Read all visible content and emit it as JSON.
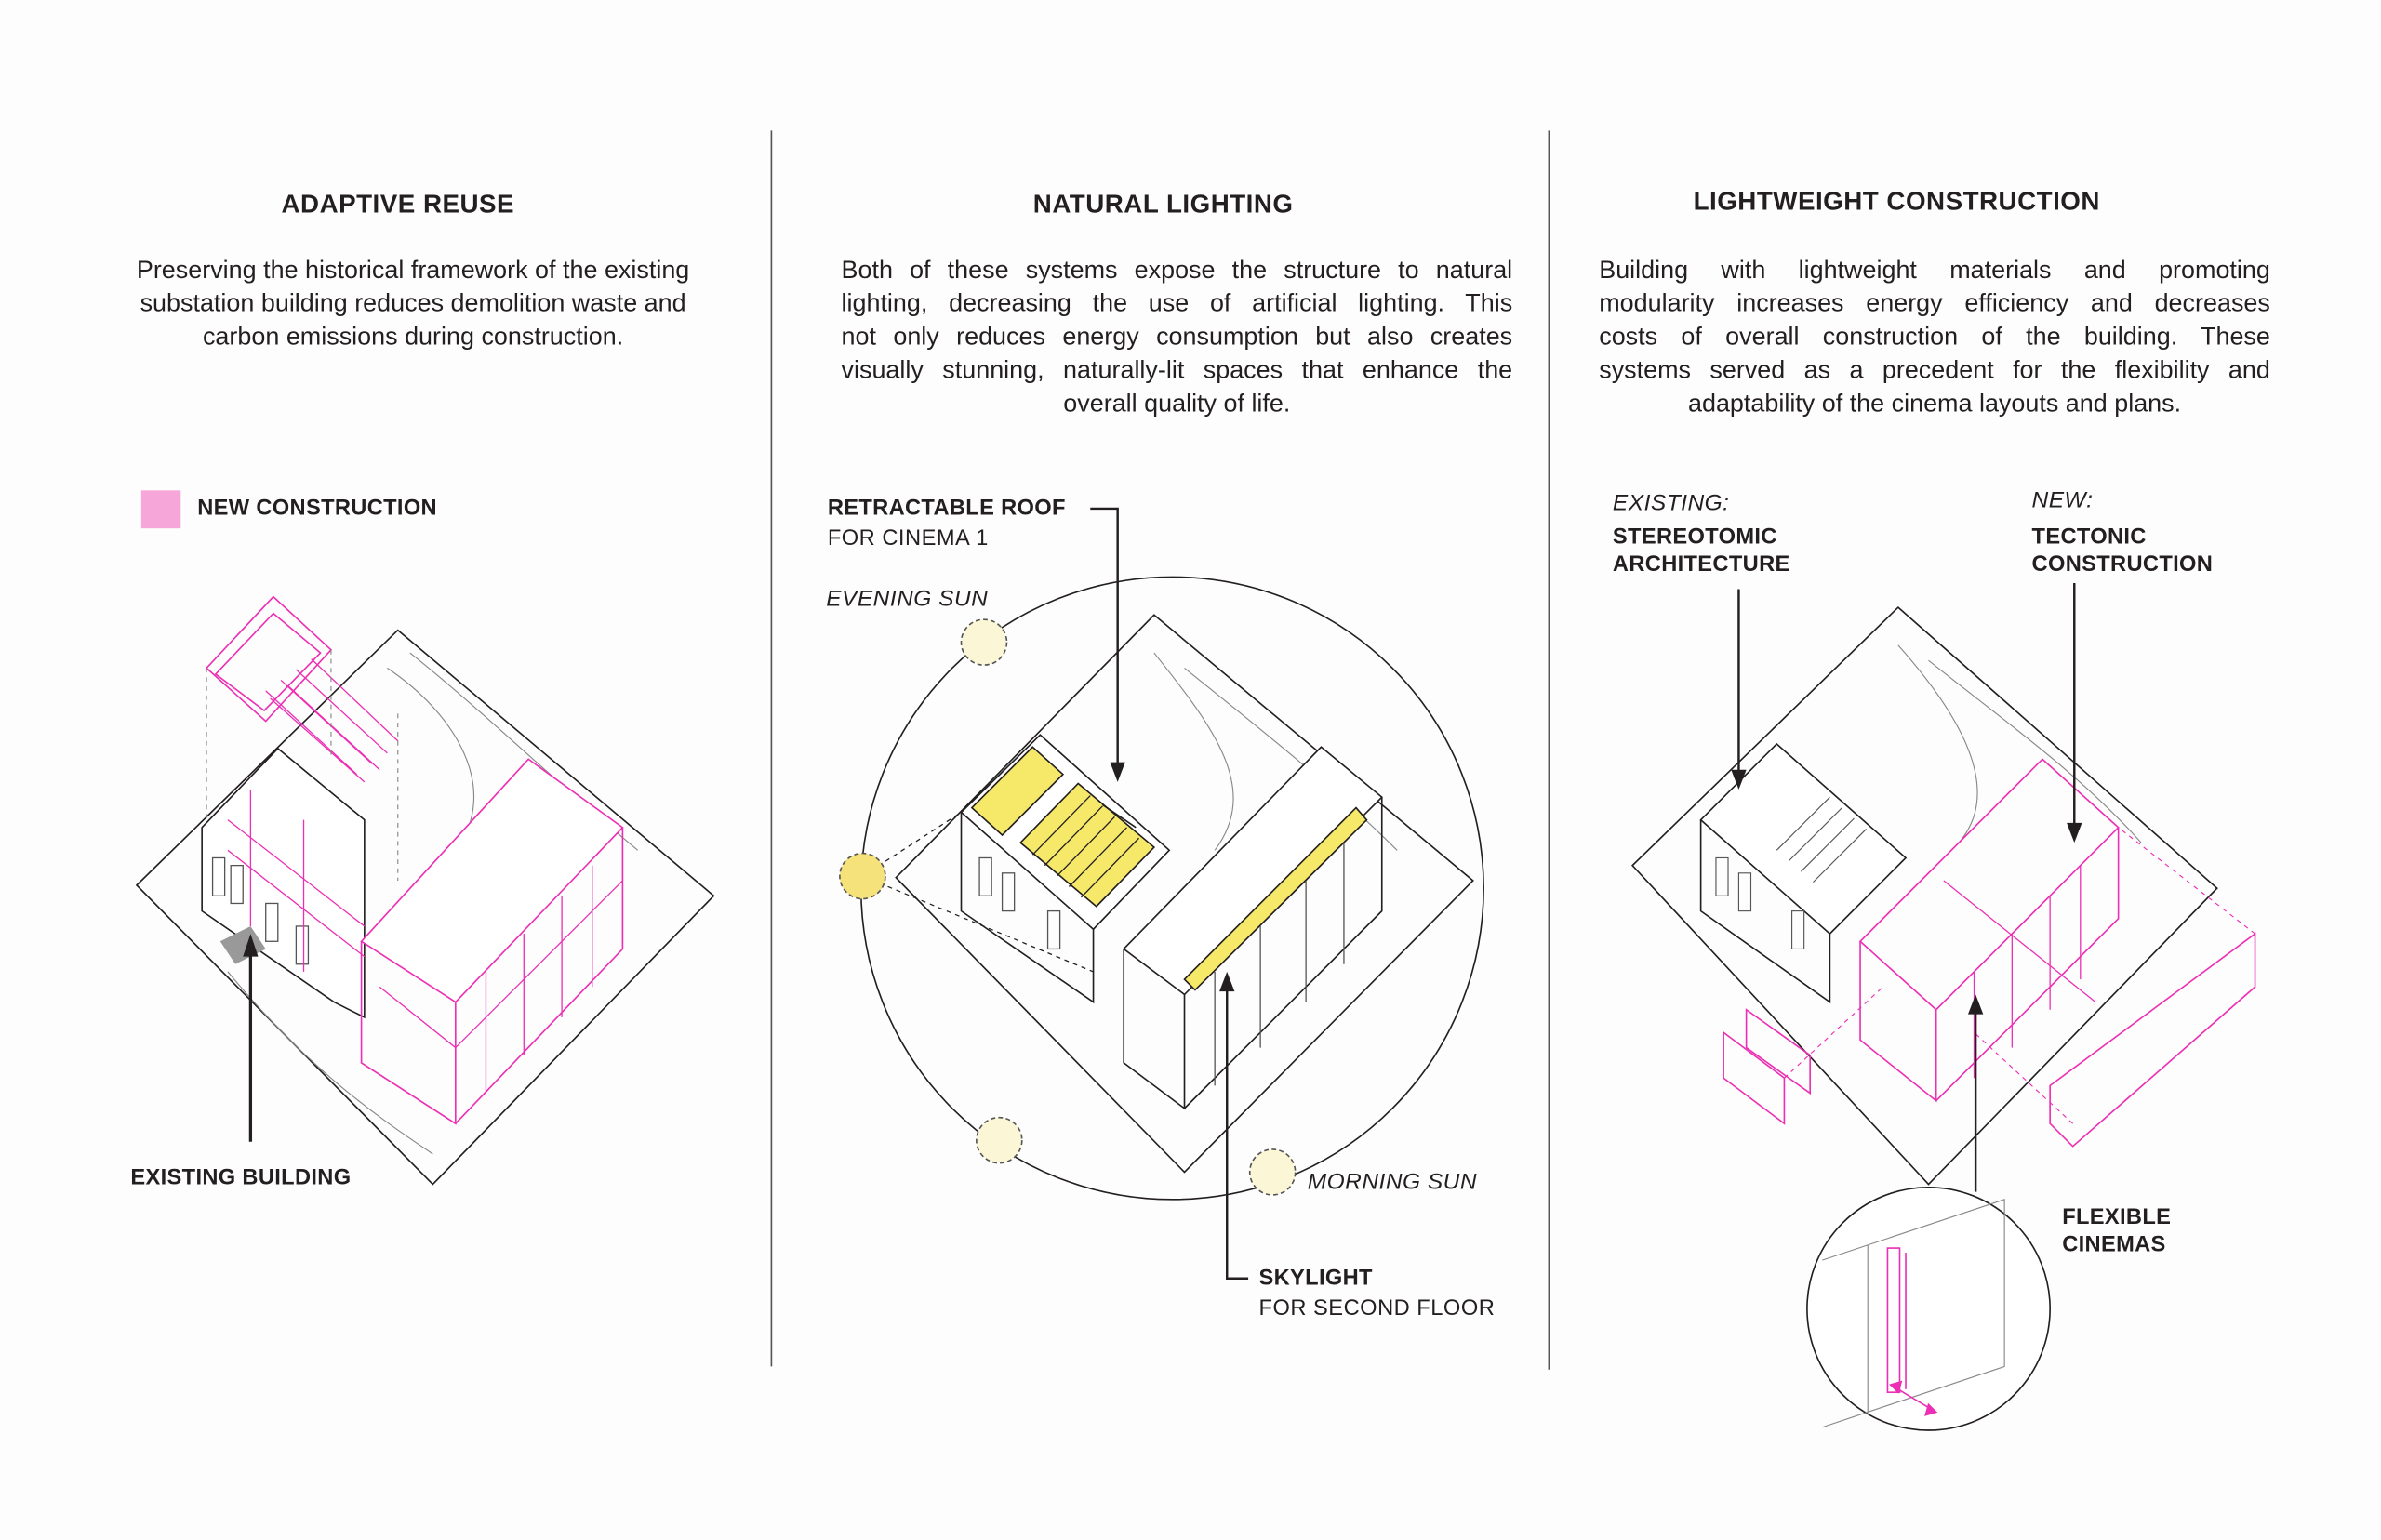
{
  "panels": [
    {
      "title": "ADAPTIVE REUSE",
      "text_lines": [
        "Preserving the historical framework of the existing",
        "substation building reduces demolition waste and",
        "carbon emissions during construction."
      ],
      "legend": {
        "label": "NEW CONSTRUCTION",
        "color": "#f7a6da"
      },
      "labels": {
        "existing_building": "EXISTING BUILDING"
      }
    },
    {
      "title": "NATURAL LIGHTING",
      "text_lines": [
        "Both of these systems expose the structure to natural",
        "lighting, decreasing the use of artificial lighting. This",
        "not only reduces energy consumption but also creates",
        "visually stunning, naturally-lit spaces that enhance the",
        "overall quality of life."
      ],
      "labels": {
        "roof_title": "RETRACTABLE ROOF",
        "roof_sub": "FOR CINEMA 1",
        "evening_sun": "EVENING SUN",
        "morning_sun": "MORNING SUN",
        "skylight_title": "SKYLIGHT",
        "skylight_sub": "FOR SECOND FLOOR"
      }
    },
    {
      "title": "LIGHTWEIGHT CONSTRUCTION",
      "text_lines": [
        "Building with lightweight materials and promoting",
        "modularity increases energy efficiency and decreases",
        "costs of overall construction of the building. These",
        "systems served as a precedent for the flexibility and",
        "adaptability of the cinema layouts and plans."
      ],
      "labels": {
        "existing_tag": "EXISTING:",
        "existing_1": "STEREOTOMIC",
        "existing_2": "ARCHITECTURE",
        "new_tag": "NEW:",
        "new_1": "TECTONIC",
        "new_2": "CONSTRUCTION",
        "flex_1": "FLEXIBLE",
        "flex_2": "CINEMAS"
      }
    }
  ],
  "colors": {
    "new": "#ec2fb4",
    "sun": "#f6e27a",
    "sun_light": "#fbf6d6",
    "line": "#231f20"
  }
}
